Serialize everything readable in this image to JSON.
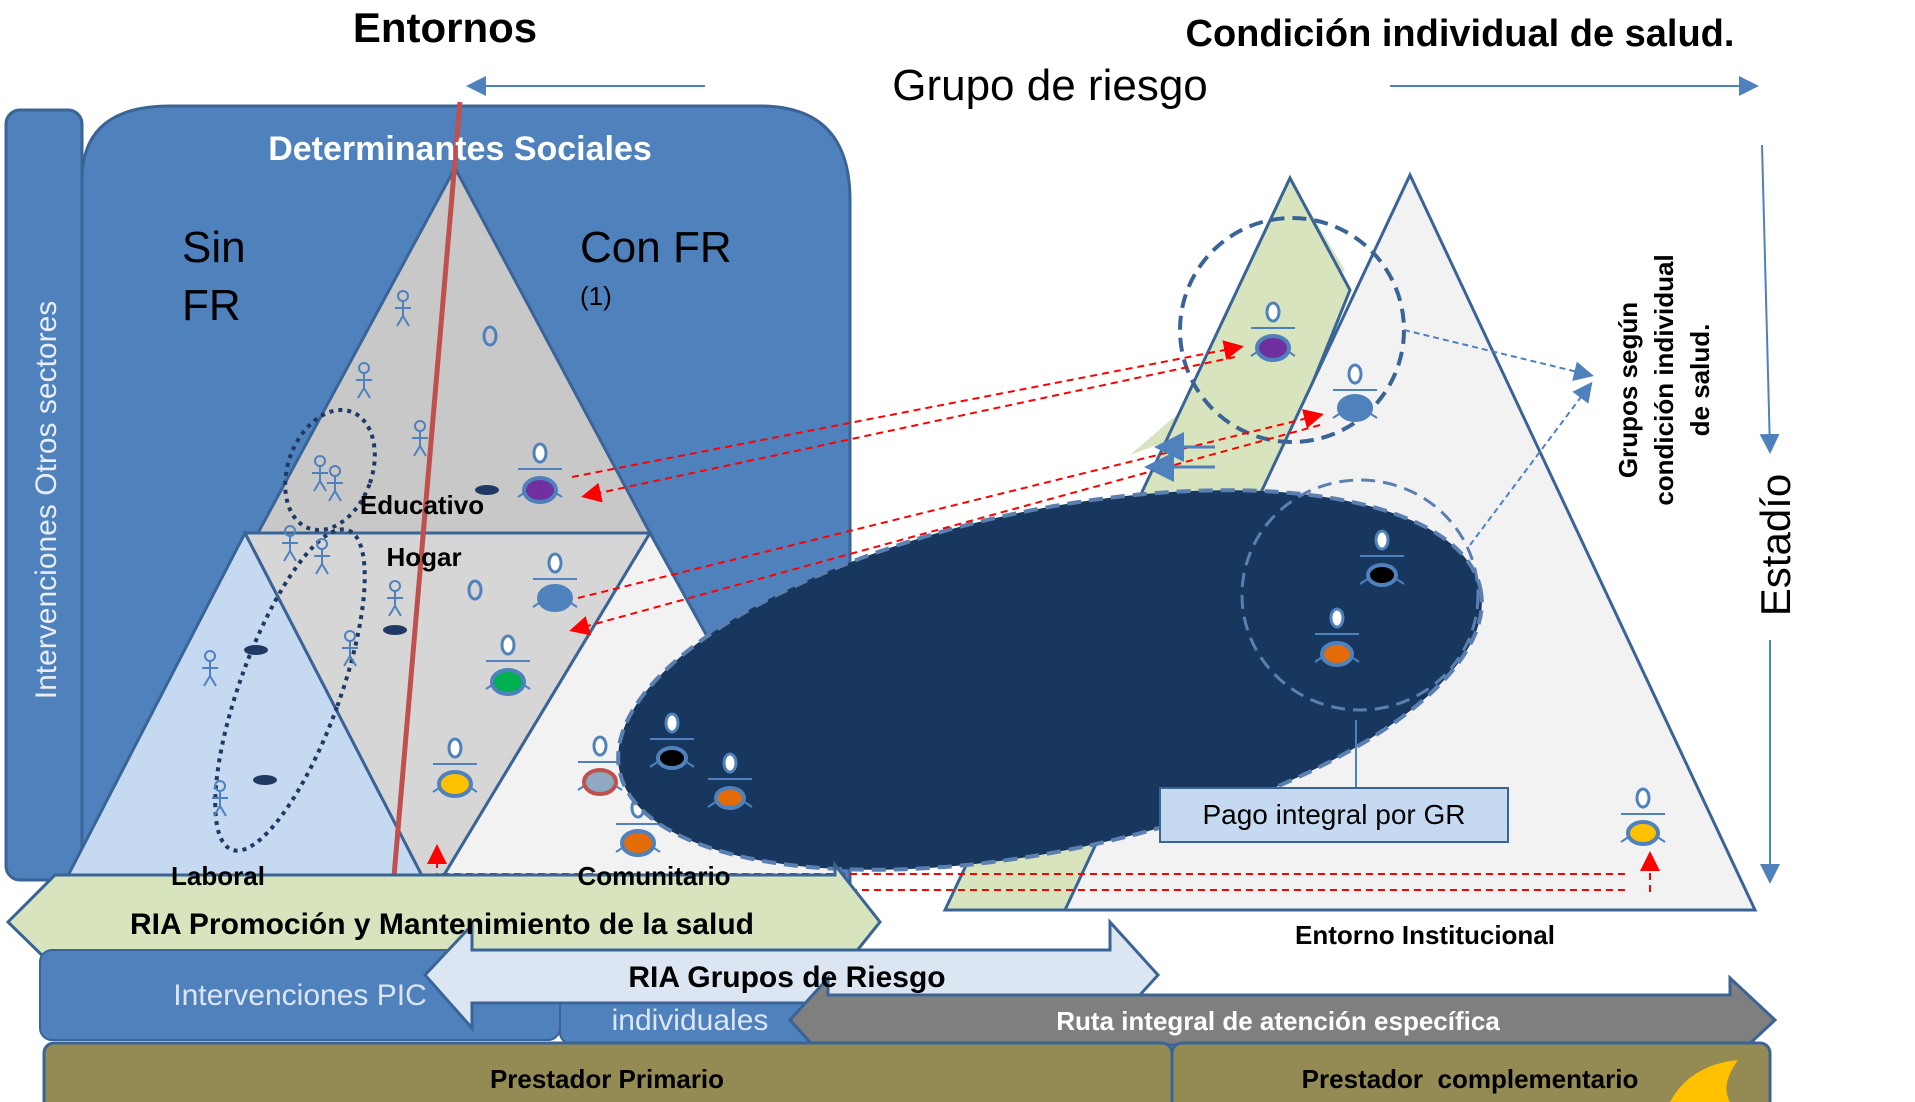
{
  "header": {
    "left_title": "Entornos",
    "right_title": "Condición individual de salud.",
    "center_label": "Grupo de riesgo"
  },
  "left_panel": {
    "vertical_label": "Intervenciones Otros sectores",
    "header_label": "Determinantes Sociales",
    "sin_fr_line1": "Sin",
    "sin_fr_line2": "FR",
    "con_fr": "Con FR",
    "con_fr_note": "(1)",
    "settings": {
      "educativo": "Educativo",
      "hogar": "Hogar",
      "laboral": "Laboral",
      "comunitario": "Comunitario"
    }
  },
  "right_panel": {
    "vertical_groups_line1": "Grupos según",
    "vertical_groups_line2": "condición individual",
    "vertical_groups_line3": "de salud.",
    "stage_label": "Estadío",
    "pago_label": "Pago integral por GR",
    "institutional_label": "Entorno Institucional"
  },
  "bottom": {
    "ria_promocion": "RIA Promoción y Mantenimiento de la salud",
    "intervenciones_pic": "Intervenciones PIC",
    "ria_grupos": "RIA Grupos de Riesgo",
    "individuales": "individuales",
    "ruta_especifica": "Ruta integral de atención específica",
    "prestador_primario": "Prestador Primario",
    "prestador_complementario": "Prestador  complementario"
  },
  "colors": {
    "determinantes_blue": "#4f81bd",
    "gray_triangle": "#c8c8c8",
    "light_blue": "#c5d9f1",
    "light_gray": "#f0f0f0",
    "green_light": "#d7e4bd",
    "dark_navy": "#17375e",
    "olive": "#948a54",
    "red_line": "#c0504d",
    "purple": "#7030a0",
    "green": "#00b050",
    "yellow": "#ffc000",
    "orange": "#e36c09"
  }
}
